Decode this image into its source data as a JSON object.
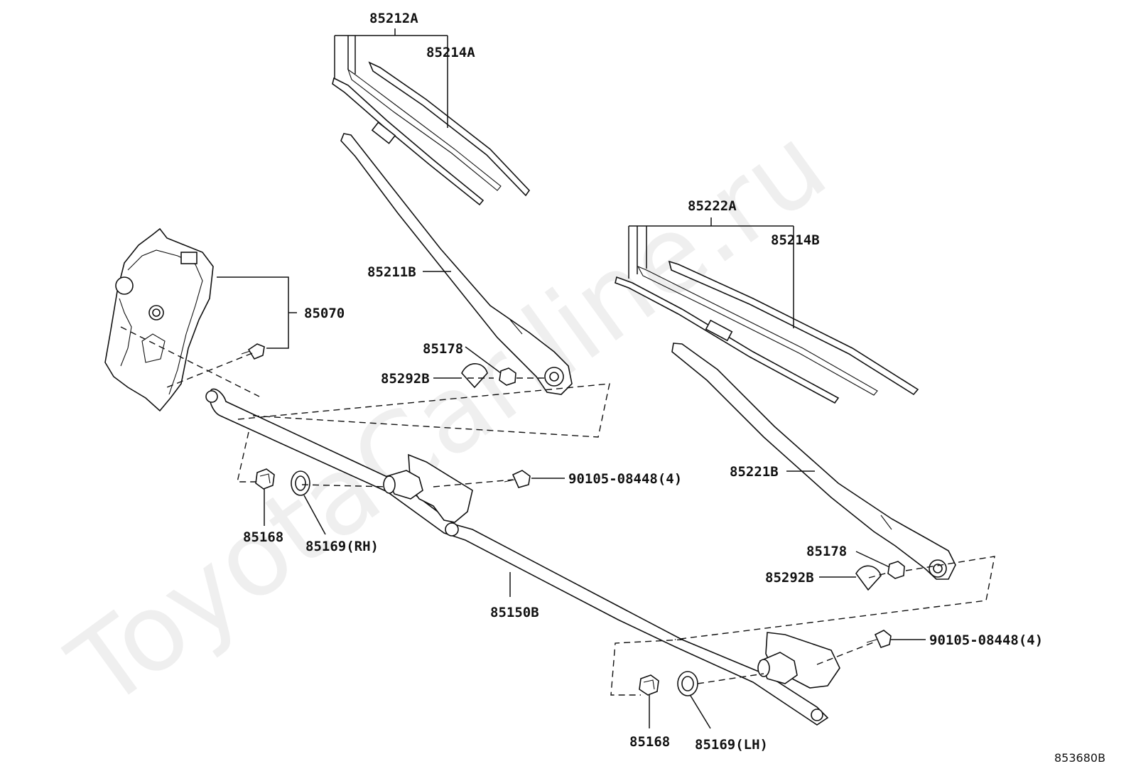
{
  "watermark": "ToyotaCarlline.ru",
  "diagram_code": "853680B",
  "labels": {
    "p85212A": "85212A",
    "p85214A": "85214A",
    "p85211B": "85211B",
    "p85070": "85070",
    "p85178_rh": "85178",
    "p85292B_rh": "85292B",
    "p85222A": "85222A",
    "p85214B": "85214B",
    "p85221B": "85221B",
    "p85178_lh": "85178",
    "p85292B_lh": "85292B",
    "p90105_upper": "90105-08448(4)",
    "p90105_lower": "90105-08448(4)",
    "p85168_rh": "85168",
    "p85169_rh": "85169(RH)",
    "p85150B": "85150B",
    "p85168_lh": "85168",
    "p85169_lh": "85169(LH)"
  }
}
